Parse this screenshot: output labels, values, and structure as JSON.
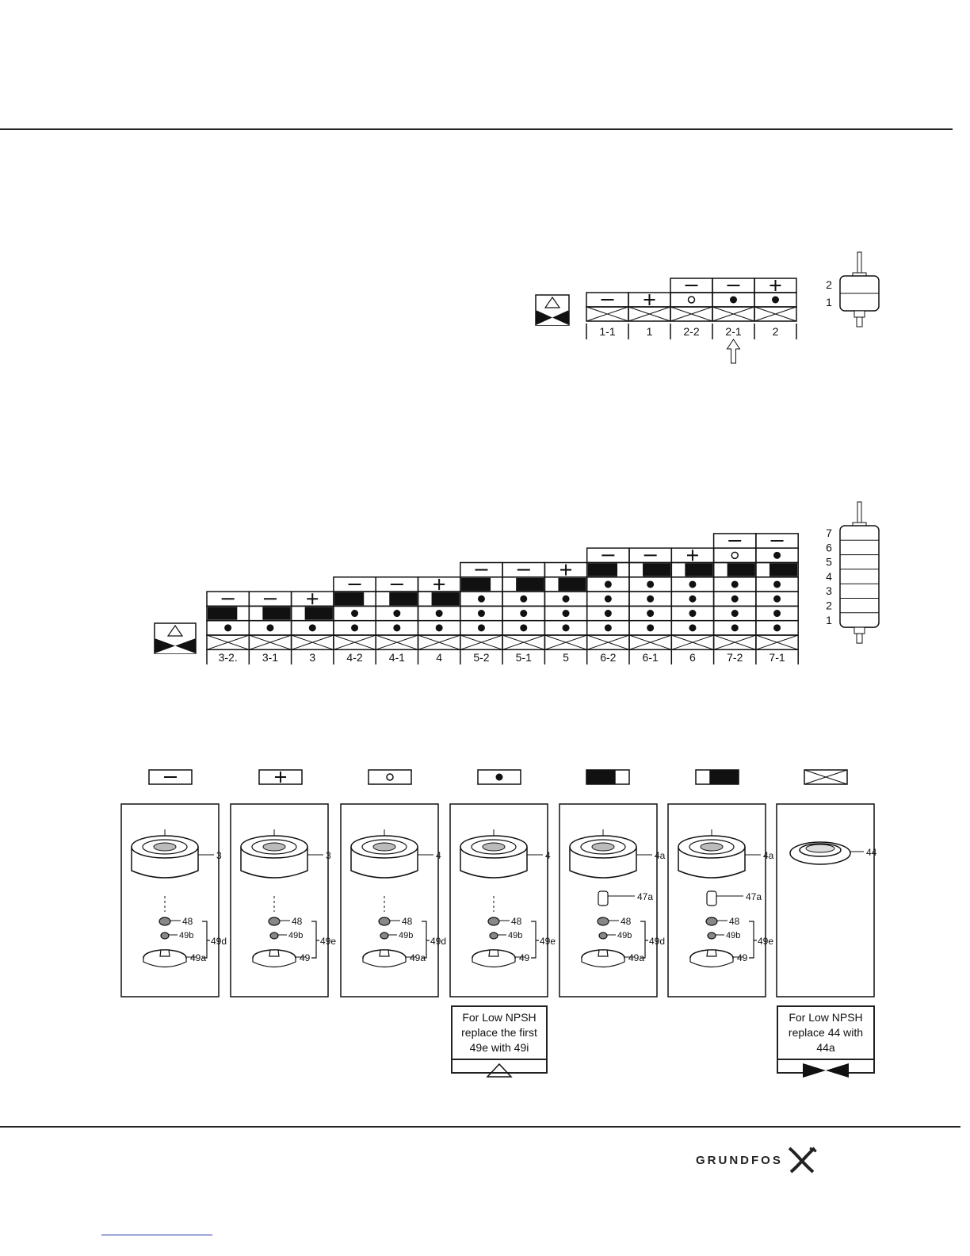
{
  "chart1": {
    "symbols": [
      "minus",
      "plus",
      "open-circle",
      "dot",
      "dot"
    ],
    "top_symbols": [
      "",
      "",
      "minus",
      "minus",
      "plus"
    ],
    "labels": [
      "1-1",
      "1",
      "2-2",
      "2-1",
      "2"
    ],
    "stage_numbers": [
      "2",
      "1"
    ]
  },
  "chart2": {
    "columns": [
      {
        "label": "3-2.",
        "rows": [
          "dot",
          "block-left",
          "minus"
        ]
      },
      {
        "label": "3-1",
        "rows": [
          "dot",
          "block-right",
          "minus"
        ]
      },
      {
        "label": "3",
        "rows": [
          "dot",
          "block-right",
          "plus"
        ]
      },
      {
        "label": "4-2",
        "rows": [
          "dot",
          "dot",
          "block-left",
          "minus"
        ]
      },
      {
        "label": "4-1",
        "rows": [
          "dot",
          "dot",
          "block-right",
          "minus"
        ]
      },
      {
        "label": "4",
        "rows": [
          "dot",
          "dot",
          "block-right",
          "plus"
        ]
      },
      {
        "label": "5-2",
        "rows": [
          "dot",
          "dot",
          "dot",
          "block-left",
          "minus"
        ]
      },
      {
        "label": "5-1",
        "rows": [
          "dot",
          "dot",
          "dot",
          "block-right",
          "minus"
        ]
      },
      {
        "label": "5",
        "rows": [
          "dot",
          "dot",
          "dot",
          "block-right",
          "plus"
        ]
      },
      {
        "label": "6-2",
        "rows": [
          "dot",
          "dot",
          "dot",
          "dot",
          "block-left",
          "minus"
        ]
      },
      {
        "label": "6-1",
        "rows": [
          "dot",
          "dot",
          "dot",
          "dot",
          "block-right",
          "minus"
        ]
      },
      {
        "label": "6",
        "rows": [
          "dot",
          "dot",
          "dot",
          "dot",
          "block-right",
          "plus"
        ]
      },
      {
        "label": "7-2",
        "rows": [
          "dot",
          "dot",
          "dot",
          "dot",
          "block-right",
          "open-circle",
          "minus"
        ]
      },
      {
        "label": "7-1",
        "rows": [
          "dot",
          "dot",
          "dot",
          "dot",
          "block-right",
          "dot",
          "minus"
        ]
      }
    ],
    "stage_numbers": [
      "7",
      "6",
      "5",
      "4",
      "3",
      "2",
      "1"
    ]
  },
  "legend": [
    {
      "symbol": "minus",
      "parts": [
        {
          "label": "3"
        },
        {
          "label": "48"
        },
        {
          "label": "49b"
        },
        {
          "label": "49a"
        }
      ],
      "bracket": "49d"
    },
    {
      "symbol": "plus",
      "parts": [
        {
          "label": "3"
        },
        {
          "label": "48"
        },
        {
          "label": "49b"
        },
        {
          "label": "49"
        }
      ],
      "bracket": "49e"
    },
    {
      "symbol": "open-circle",
      "parts": [
        {
          "label": "4"
        },
        {
          "label": "48"
        },
        {
          "label": "49b"
        },
        {
          "label": "49a"
        }
      ],
      "bracket": "49d"
    },
    {
      "symbol": "dot",
      "parts": [
        {
          "label": "4"
        },
        {
          "label": "48"
        },
        {
          "label": "49b"
        },
        {
          "label": "49"
        }
      ],
      "bracket": "49e"
    },
    {
      "symbol": "block-left",
      "parts": [
        {
          "label": "4a"
        },
        {
          "label": "47a"
        },
        {
          "label": "48"
        },
        {
          "label": "49b"
        },
        {
          "label": "49a"
        }
      ],
      "bracket": "49d"
    },
    {
      "symbol": "block-right",
      "parts": [
        {
          "label": "4a"
        },
        {
          "label": "47a"
        },
        {
          "label": "48"
        },
        {
          "label": "49b"
        },
        {
          "label": "49"
        }
      ],
      "bracket": "49e"
    },
    {
      "symbol": "cross",
      "parts": [
        {
          "label": "44"
        }
      ],
      "bracket": ""
    }
  ],
  "notes": {
    "npsh_impeller": "For Low NPSH replace the first 49e with 49i",
    "npsh_seal": "For Low NPSH replace 44 with 44a"
  },
  "brand": "GRUNDFOS"
}
